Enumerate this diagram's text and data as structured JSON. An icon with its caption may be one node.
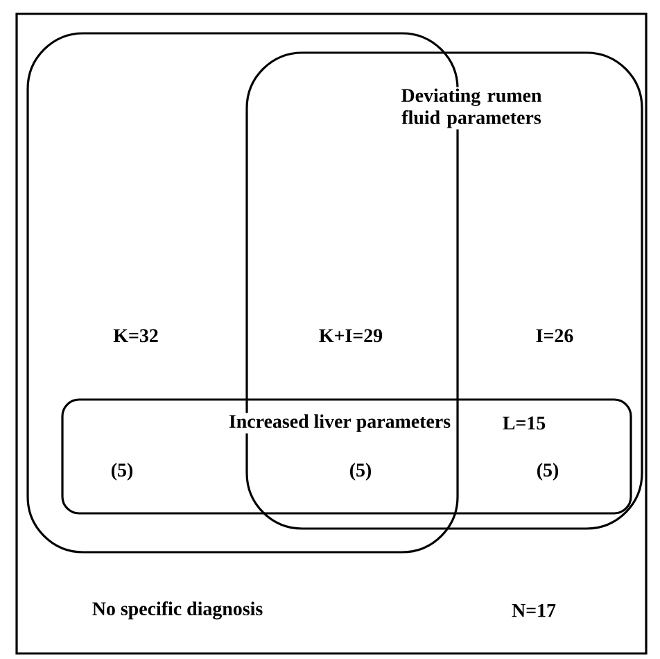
{
  "diagram": {
    "nodes": [
      {
        "text": [
          "No specific diagnosis",
          "N=17"
        ]
      },
      {
        "text": [],
        "shape": "box",
        "in": 0
      },
      {
        "text": [
          "Deviating rumen fluid parameters"
        ],
        "in": 0
      },
      {
        "text": [
          "Increased liver parameters",
          "L=15"
        ],
        "in": 0
      }
    ],
    "labels": [
      "K=32",
      "K+I=29",
      "I=26",
      "(5)",
      "(5)",
      "(5)"
    ]
  }
}
